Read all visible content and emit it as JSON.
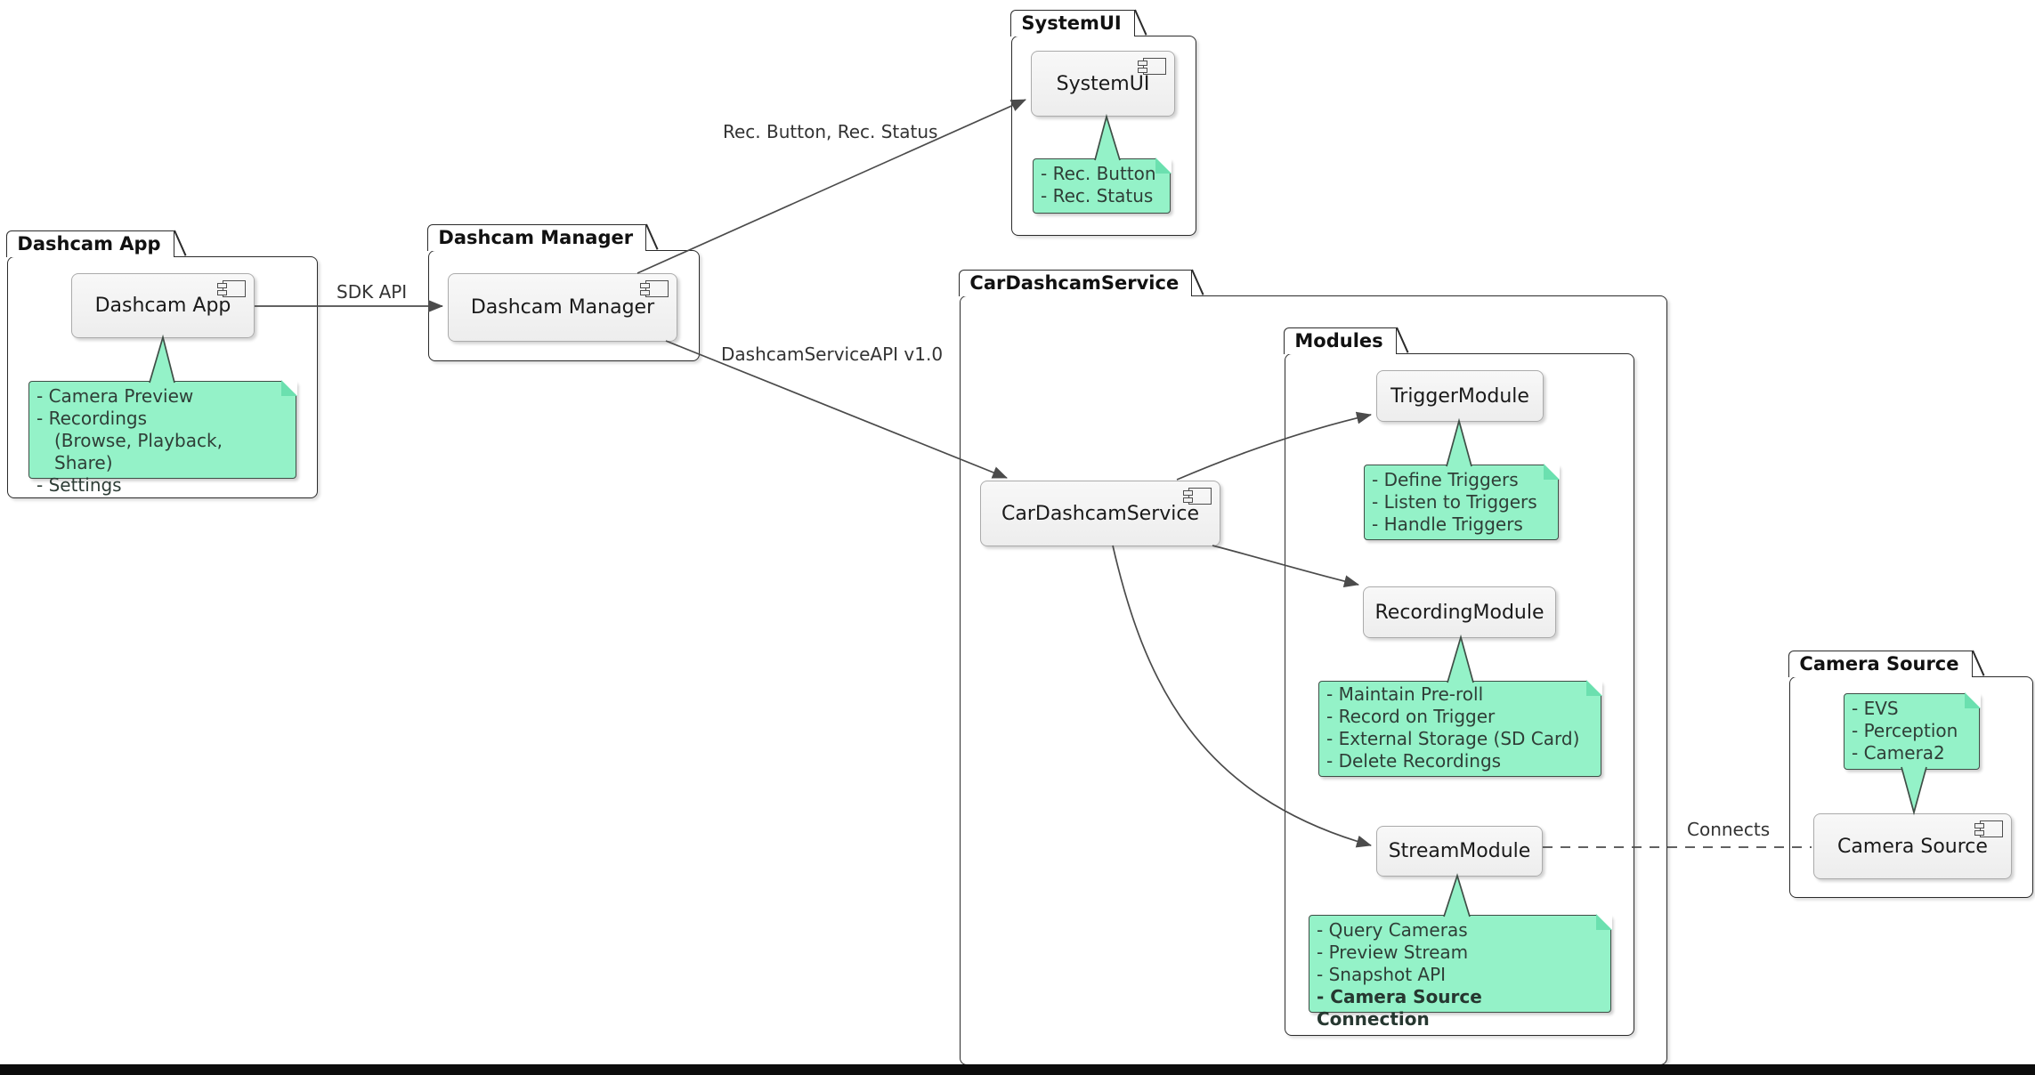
{
  "colors": {
    "note_fill": "#94F2C8",
    "note_border": "#3F4E46",
    "component_fill": "#F1F1F1",
    "component_border": "#ABABAB",
    "package_border": "#2B2B2B",
    "line": "#4B4B4B",
    "background": "#FFFFFF",
    "screen_edge": "#0C0C0C"
  },
  "packages": {
    "dashcam_app": "Dashcam App",
    "dashcam_manager": "Dashcam Manager",
    "systemui": "SystemUI",
    "car_dashcam_service": "CarDashcamService",
    "modules": "Modules",
    "camera_source": "Camera Source"
  },
  "components": {
    "dashcam_app": "Dashcam App",
    "dashcam_manager": "Dashcam Manager",
    "systemui": "SystemUI",
    "car_dashcam_service": "CarDashcamService",
    "trigger_module": "TriggerModule",
    "recording_module": "RecordingModule",
    "stream_module": "StreamModule",
    "camera_source": "Camera Source"
  },
  "notes": {
    "dashcam_app": {
      "lines": [
        "- Camera Preview",
        "- Recordings",
        "(Browse, Playback, Share)",
        "- Settings"
      ]
    },
    "systemui": {
      "lines": [
        "- Rec. Button",
        "- Rec. Status"
      ]
    },
    "trigger_module": {
      "lines": [
        "- Define Triggers",
        "- Listen to Triggers",
        "- Handle Triggers"
      ]
    },
    "recording_module": {
      "lines": [
        "- Maintain Pre-roll",
        "- Record on Trigger",
        "- External Storage (SD Card)",
        "- Delete Recordings"
      ]
    },
    "stream_module": {
      "lines": [
        "- Query Cameras",
        "- Preview Stream",
        "- Snapshot API",
        "- Camera Source Connection"
      ]
    },
    "camera_source": {
      "lines": [
        "- EVS",
        "- Perception",
        "- Camera2"
      ]
    }
  },
  "edge_labels": {
    "sdk_api": "SDK API",
    "rec_button_status": "Rec. Button, Rec. Status",
    "dashcam_service_api": "DashcamServiceAPI v1.0",
    "connects": "Connects"
  }
}
